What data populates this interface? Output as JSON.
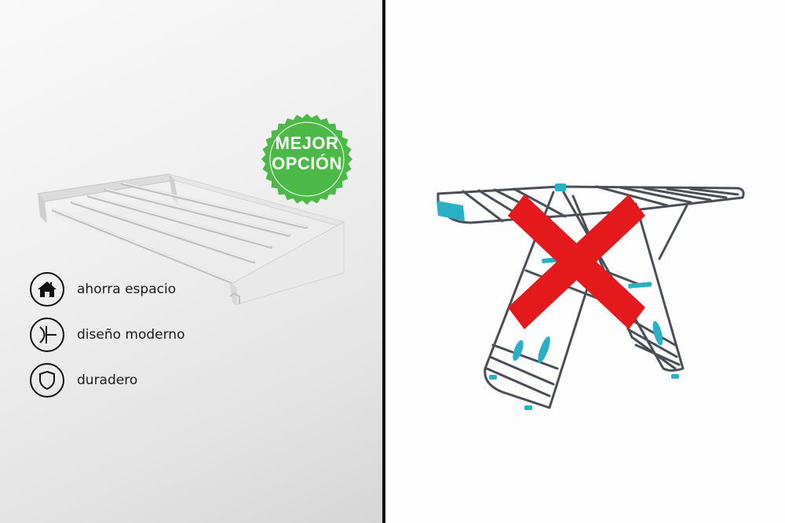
{
  "left_panel": {
    "product": "wall-mounted folding drying rack",
    "badge": {
      "line1": "MEJOR",
      "line2": "OPCIÓN",
      "color": "#4cb848"
    },
    "features": [
      {
        "icon": "house-icon",
        "label": "ahorra espacio"
      },
      {
        "icon": "design-compass-icon",
        "label": "diseño moderno"
      },
      {
        "icon": "shield-icon",
        "label": "duradero"
      }
    ]
  },
  "right_panel": {
    "product": "freestanding wing clothes airer",
    "mark": {
      "icon": "red-x-icon",
      "color": "#e3191b"
    },
    "accent_color": "#2ab0c4",
    "frame_color": "#4a4f57"
  },
  "divider_color": "#111111"
}
